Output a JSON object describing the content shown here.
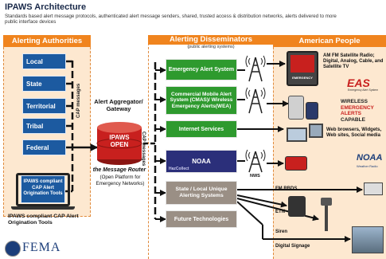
{
  "title": "IPAWS Architecture",
  "subtitle": "Standards based alert message protocols, authenticated alert message senders, shared, trusted access & distribution networks, alerts delivered to more public interface devices",
  "alerting_authorities": {
    "header": "Alerting Authorities",
    "items": [
      "Local",
      "State",
      "Territorial",
      "Tribal",
      "Federal"
    ],
    "cap_messages_label": "CAP messages",
    "tool_box_label": "IPAWS compliant CAP Alert Origination Tools",
    "laptop_caption": "IPAWS compliant CAP Alert Origination Tools"
  },
  "aggregator": {
    "label": "Alert Aggregator/ Gateway",
    "drum_label": "IPAWS OPEN",
    "router_title": "the Message Router",
    "router_desc": "(Open Platform for Emergency Networks)",
    "cap_messages_label": "CAP messages"
  },
  "disseminators": {
    "header": "Alerting Disseminators",
    "subheader": "(public alerting systems)",
    "eas": "Emergency Alert System",
    "cmas": "Commercial Mobile Alert System (CMAS)/ Wireless Emergency Alerts(WEA)",
    "internet": "Internet Services",
    "noaa": "NOAA",
    "hazcollect": "HazCollect",
    "nws": "NWS",
    "state_local": "State / Local Unique Alerting Systems",
    "future": "Future Technologies"
  },
  "american_people": {
    "header": "American People",
    "radio_tv": "AM FM Satellite Radio; Digital, Analog, Cable, and Satellite TV",
    "eas_logo": "EAS",
    "eas_logo_sub": "Emergency Alert System",
    "wea_logo_lines": [
      "WIRELESS",
      "EMERGENCY",
      "ALERTS",
      "CAPABLE"
    ],
    "web": "Web browsers, Widgets, Web sites, Social media",
    "noaa_logo": "NOAA",
    "noaa_logo_sub": "Weather Radio",
    "fm_rbds": "FM RBDS",
    "etn": "ETN",
    "siren": "Siren",
    "signage": "Digital Signage",
    "tv_badge": "EMERGENCY"
  },
  "fema": "FEMA",
  "colors": {
    "left_panel": "#fde8d0",
    "orange_header": "#f0841e",
    "blue_box": "#1c5aa0",
    "green_box": "#2e9a2e",
    "purple_box": "#2b2f7a",
    "gray_box": "#9a8f85",
    "drum_red": "#c8201e"
  }
}
